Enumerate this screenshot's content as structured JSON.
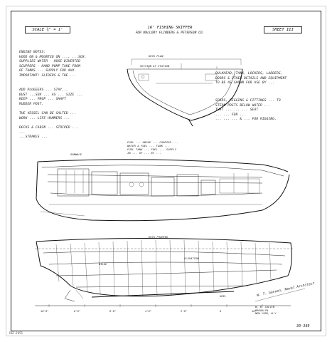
{
  "header": {
    "scale_label": "SCALE ¾\" = 1'",
    "title_line1": "16' FISHING SKIFFER",
    "title_line2": "FOR MALLORY FLINDERS & PETERSON CO.",
    "sheet_label": "SHEET III"
  },
  "notes_left": {
    "p1": "ENGINE NOTES:\nHOOD ON & MOUNTED ON ..., ...SOX.\nSUPPLIES WATER - HOSE DIVERTED\nSCUPPERS - HAND PUMP TAKE FROM\nOF TANKS ... SUPPLY FOR AUX.\nIMPORTANT! SLIDERS & THE ...",
    "p2": "ADD PLUGGERS ... STAY...\nBUST ...SOX ... AS ... SIZE ...\nKEEP ... PROP ... SHAFT\nRUDDER POST.",
    "p3": "THE VESSEL CAN BE SALTED ...\nWORK ... LIFE HAMMERS ...",
    "p4": "DECKS & CABIN ... STRIPED ...\n...\n...STRAKES ..."
  },
  "notes_right": {
    "p1": "BULKHEAD, TANK, LOCKERS, LADDERS,\nDOORS & OTHER DETAILS AND EQUIPMENT\nTO BE AS SHOWN FOR USE BY ...",
    "p2": "SPARS, RIGGING & FITTINGS ... TO\nSTERN POSTS BELOW WATER ...\nTHAT ... ... ... SEAT\n... ... FOR ...\n... ... ... & ... FOR RIGGING."
  },
  "mid_note": "FUEL ... ABOVE ... CARRIED ...\nWATER & FUEL ... TANK ...\nFUEL TANK ... FUEL ... SUPPLY\nIN ... OF ... BY ...",
  "plan_view_label": "DECK PLAN",
  "section_label": "SECTION AT STATION",
  "profile_labels": [
    "DECK FRAMING",
    "ELEVATION",
    "KEEL",
    "BILGE",
    "GUNWALE"
  ],
  "station_labels": [
    "10'0\"",
    "8'0\"",
    "6'0\"",
    "4'0\"",
    "2'0\"",
    "0",
    "16'"
  ],
  "signature": "W. T. Gannon, Naval Architect",
  "footer_block": "W. B. CALVIN\nBROOKLYN\nNEW YORK, N.Y.",
  "drawing_number": "30-389",
  "margin_code": "REF-2651"
}
